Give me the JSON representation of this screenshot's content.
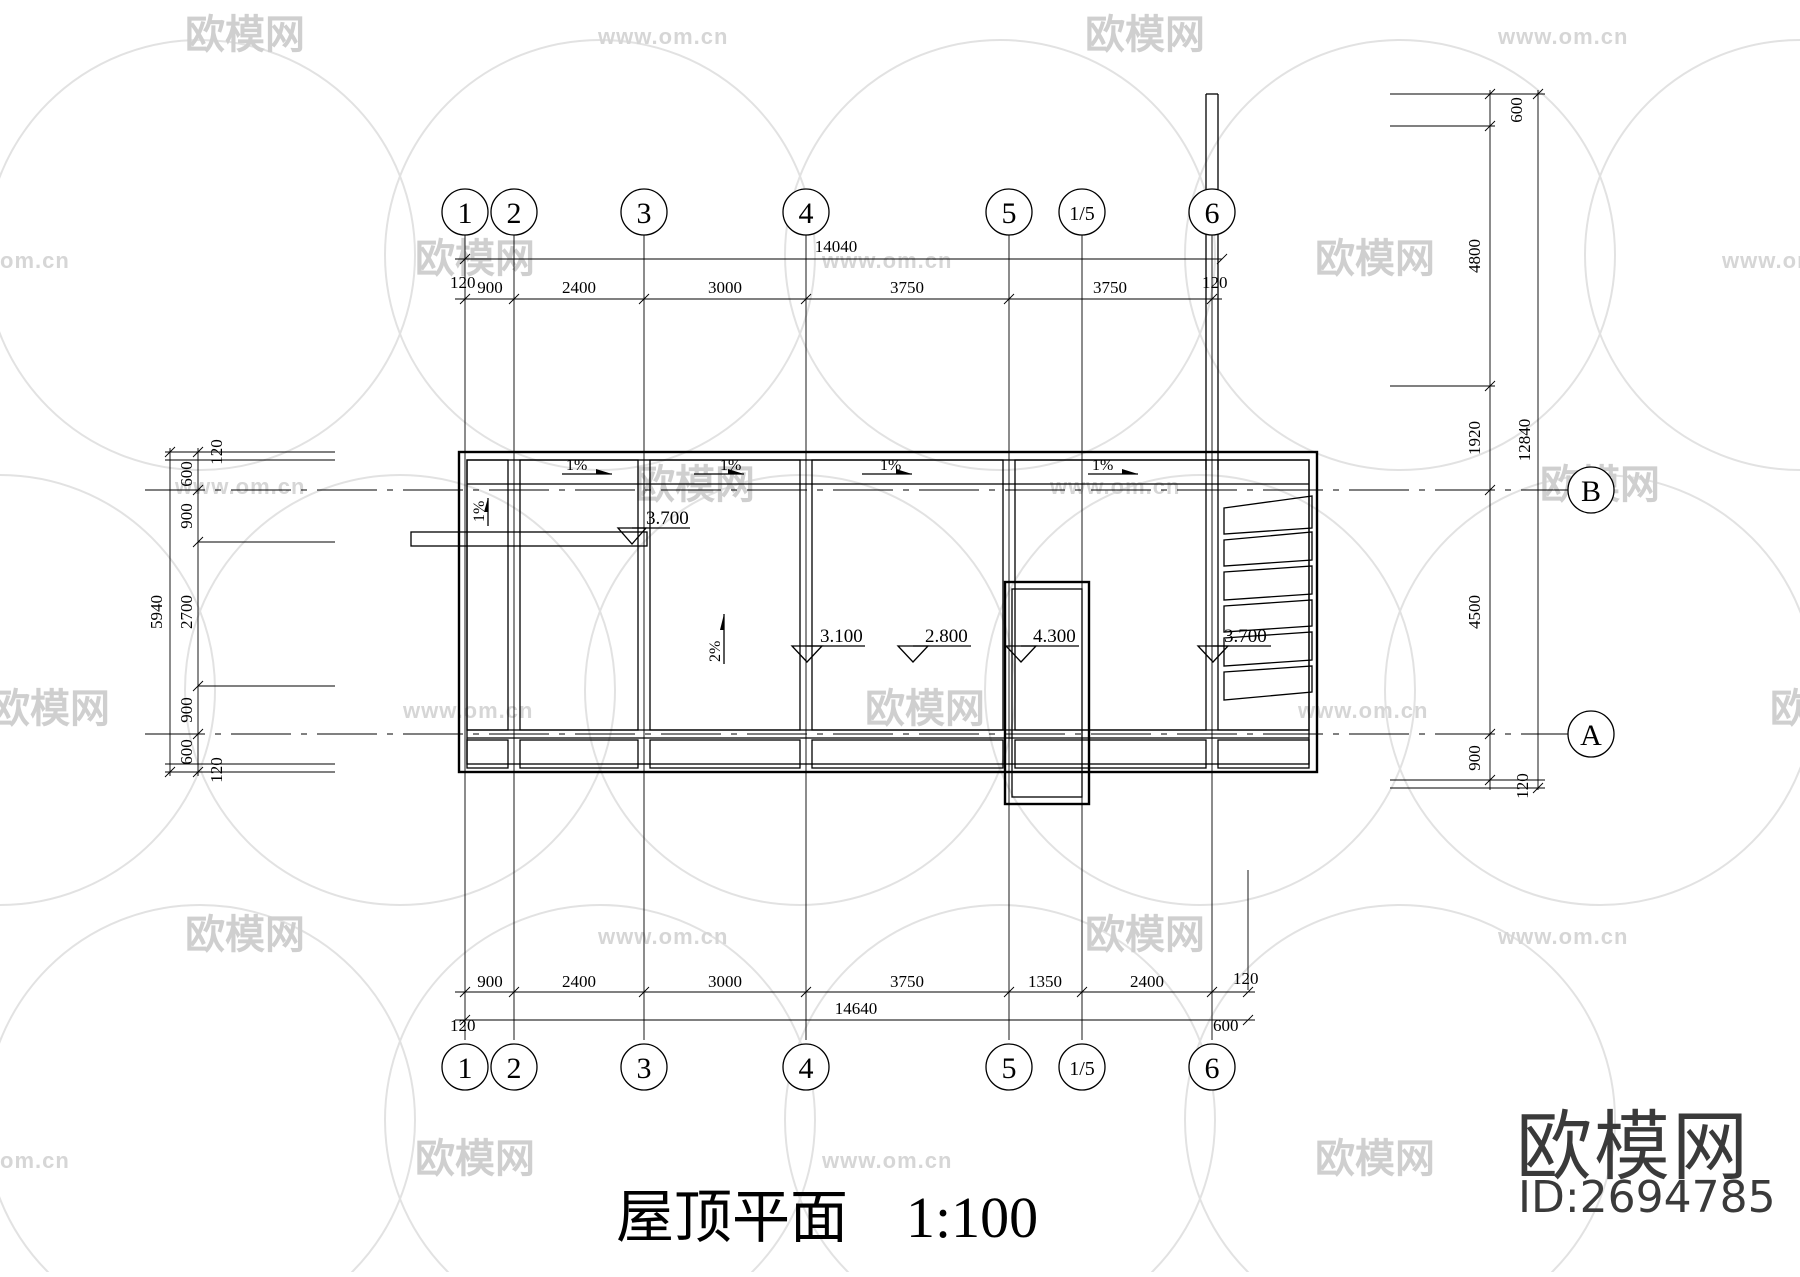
{
  "drawing": {
    "title": "屋顶平面",
    "scale": "1:100",
    "axis_labels": [
      "1",
      "2",
      "3",
      "4",
      "5",
      "1/5",
      "6"
    ],
    "row_labels": [
      "B",
      "A"
    ],
    "top_dims": {
      "total": "14040",
      "left_offset": "120",
      "right_offset": "120",
      "segments": [
        "900",
        "2400",
        "3000",
        "3750",
        "3750"
      ]
    },
    "bottom_dims": {
      "total": "14640",
      "left_offset": "120",
      "right_offset_top": "120",
      "right_offset_bottom": "600",
      "segments": [
        "900",
        "2400",
        "3000",
        "3750",
        "1350",
        "2400"
      ]
    },
    "left_dims": {
      "total": "5940",
      "segments": [
        "120",
        "600",
        "900",
        "2700",
        "900",
        "600",
        "120"
      ]
    },
    "right_dims": {
      "total": "12840",
      "segments": [
        "600",
        "4800",
        "1920",
        "4500",
        "900",
        "120"
      ]
    },
    "levels": [
      "3.700",
      "3.100",
      "2.800",
      "4.300",
      "3.700"
    ],
    "slopes": [
      "1%",
      "1%",
      "1%",
      "1%",
      "1%",
      "2%"
    ]
  },
  "watermark": {
    "brand": "欧模网",
    "url": "www.om.cn",
    "url_short": "om.cn",
    "id": "ID:2694785"
  }
}
